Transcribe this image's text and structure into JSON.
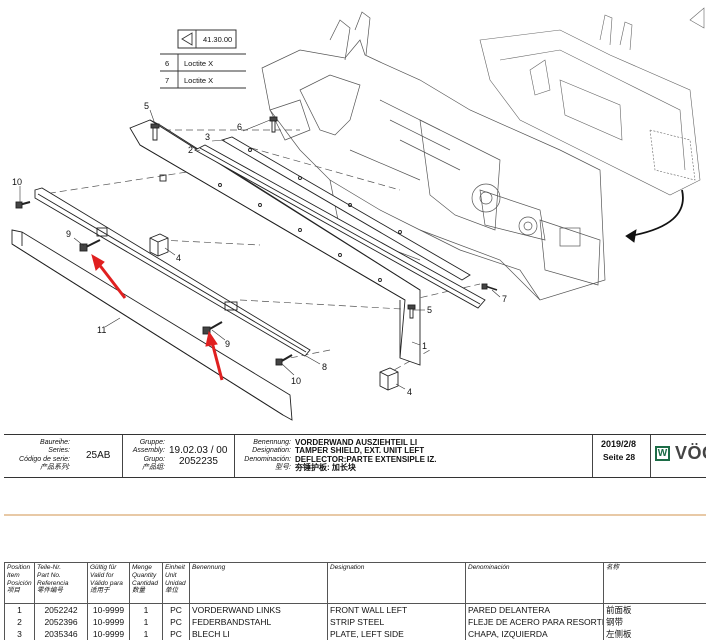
{
  "drawing": {
    "symbol_box": {
      "ref": "41.30.00",
      "rows": [
        {
          "no": "6",
          "text": "Loctite X"
        },
        {
          "no": "7",
          "text": "Loctite X"
        }
      ]
    },
    "callouts": [
      "5",
      "6",
      "3",
      "2",
      "10",
      "9",
      "4",
      "11",
      "7",
      "5",
      "1",
      "9",
      "8",
      "10",
      "4"
    ],
    "accent_color": "#e02020"
  },
  "titleblock": {
    "baureihe_labels": [
      "Baureihe:",
      "Series:",
      "Código de serie:",
      "产品系列:"
    ],
    "baureihe_value": "25AB",
    "gruppe_labels": [
      "Gruppe:",
      "Assembly:",
      "Grupo:",
      "产品组:"
    ],
    "gruppe_value_1": "19.02.03 / 00",
    "gruppe_value_2": "2052235",
    "benennung_labels": [
      "Benennung:",
      "Designation:",
      "Denominación:",
      "型号:"
    ],
    "benennung_values": [
      "VORDERWAND AUSZIEHTEIL LI",
      "TAMPER SHIELD, EXT. UNIT LEFT",
      "DEFLECTOR:PARTE EXTENSIPLE IZ.",
      "夯锤护板: 加长块"
    ],
    "date": "2019/2/8",
    "page": "Seite 28",
    "logo_text": "VÖG"
  },
  "parts_table": {
    "headers": [
      [
        "Position",
        "Item",
        "Posición",
        "项目"
      ],
      [
        "Teile-Nr.",
        "Part No.",
        "Referencia",
        "零件编号"
      ],
      [
        "Gültig für",
        "Valid for",
        "Válido para",
        "适用于"
      ],
      [
        "Menge",
        "Quantity",
        "Cantidad",
        "数量"
      ],
      [
        "Einheit",
        "Unit",
        "Unidad",
        "单位"
      ],
      [
        "Benennung"
      ],
      [
        "Designation"
      ],
      [
        "Denominación"
      ],
      [
        "名称"
      ]
    ],
    "rows": [
      [
        "1",
        "2052242",
        "10-9999",
        "1",
        "PC",
        "VORDERWAND LINKS",
        "FRONT WALL LEFT",
        "PARED DELANTERA",
        "前面板"
      ],
      [
        "2",
        "2052396",
        "10-9999",
        "1",
        "PC",
        "FEDERBANDSTAHL",
        "STRIP STEEL",
        "FLEJE DE ACERO PARA RESORTES",
        "钢带"
      ],
      [
        "3",
        "2035346",
        "10-9999",
        "1",
        "PC",
        "BLECH LI",
        "PLATE, LEFT SIDE",
        "CHAPA, IZQUIERDA",
        "左侧板"
      ]
    ]
  }
}
